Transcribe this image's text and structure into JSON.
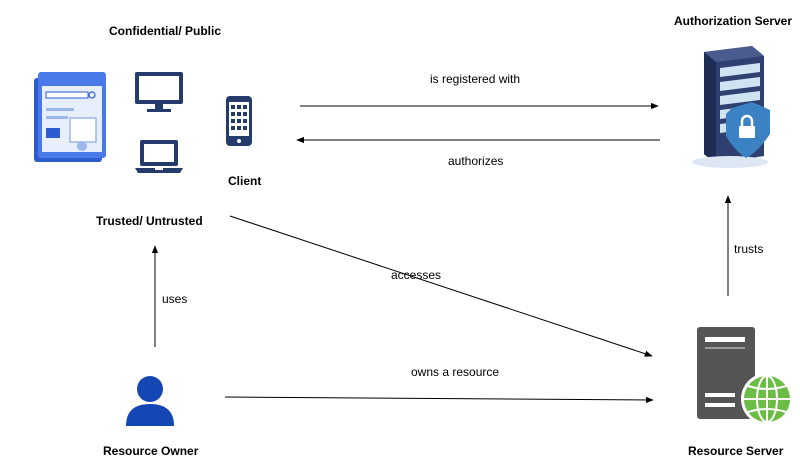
{
  "client_group": {
    "top_label": "Confidential/ Public",
    "client_label": "Client",
    "bottom_label": "Trusted/ Untrusted"
  },
  "nodes": {
    "authorization_server": "Authorization Server",
    "resource_owner": "Resource Owner",
    "resource_server": "Resource Server"
  },
  "edges": {
    "registered": "is registered with",
    "authorizes": "authorizes",
    "accesses": "accesses",
    "uses": "uses",
    "owns": "owns a resource",
    "trusts": "trusts"
  },
  "colors": {
    "accent_blue": "#2f5bd0",
    "dark_navy": "#243b6b",
    "server_blue": "#2e3f70",
    "server_light": "#cfe3f2",
    "globe_green": "#6cbd45",
    "gray_server": "#555555"
  },
  "icons": [
    "browser-window-icon",
    "desktop-monitor-icon",
    "laptop-icon",
    "mobile-phone-icon",
    "server-rack-shield-icon",
    "user-icon",
    "web-server-globe-icon"
  ]
}
